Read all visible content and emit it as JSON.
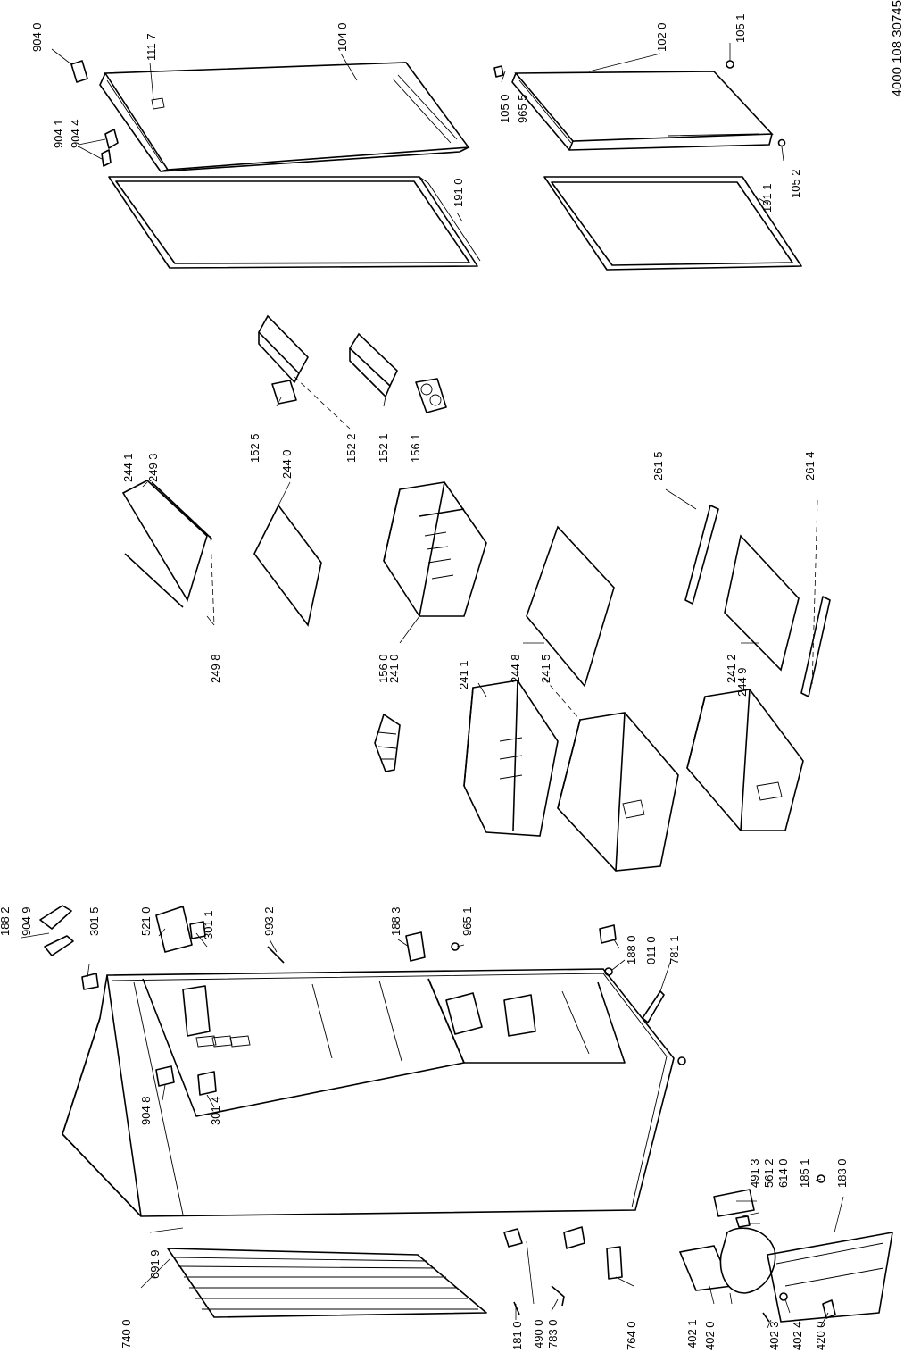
{
  "document_number": "4000 108 30745",
  "labels": [
    "904 0",
    "111 7",
    "104 0",
    "102 0",
    "105 1",
    "105 0",
    "965 5",
    "904 1",
    "904 4",
    "191 0",
    "191 1",
    "105 2",
    "244 1",
    "249 3",
    "152 5",
    "244 0",
    "152 2",
    "152 1",
    "156 1",
    "261 5",
    "261 4",
    "249 8",
    "241 0",
    "156 0",
    "241 1",
    "244 8",
    "241 5",
    "241 2",
    "244 9",
    "188 2",
    "904 9",
    "301 5",
    "521 0",
    "301 1",
    "993 2",
    "188 3",
    "965 1",
    "188 0",
    "011 0",
    "781 1",
    "904 8",
    "301 4",
    "491 3",
    "561 2",
    "614 0",
    "185 1",
    "183 0",
    "691 9",
    "740 0",
    "181 0",
    "490 0",
    "783 0",
    "764 0",
    "402 1",
    "402 0",
    "402 3",
    "402 4",
    "420 0"
  ]
}
